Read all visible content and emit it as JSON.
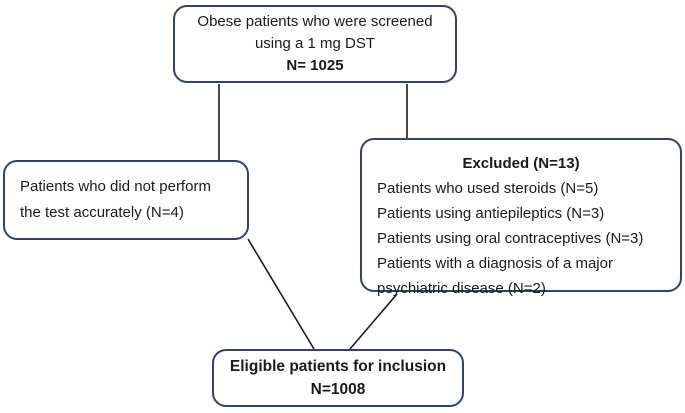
{
  "figure": {
    "background_color": "#ffffff",
    "box_border_color": "#2d4472",
    "connector_color": "#1b1b1b",
    "text_color": "#1a1a1a",
    "screened_box": {
      "line1": "Obese patients who were screened",
      "line2": "using a 1 mg DST",
      "n_label": "N= 1025"
    },
    "not_performed_box": {
      "text": "Patients who did not perform the test accurately (N=4)"
    },
    "excluded_box": {
      "title": "Excluded (N=13)",
      "items": [
        "Patients who used steroids (N=5)",
        "Patients using antiepileptics (N=3)",
        "Patients using oral contraceptives (N=3)",
        "Patients with a diagnosis of a major psychiatric disease (N=2)"
      ]
    },
    "eligible_box": {
      "line1": "Eligible patients for inclusion",
      "n_label": "N=1008"
    }
  }
}
